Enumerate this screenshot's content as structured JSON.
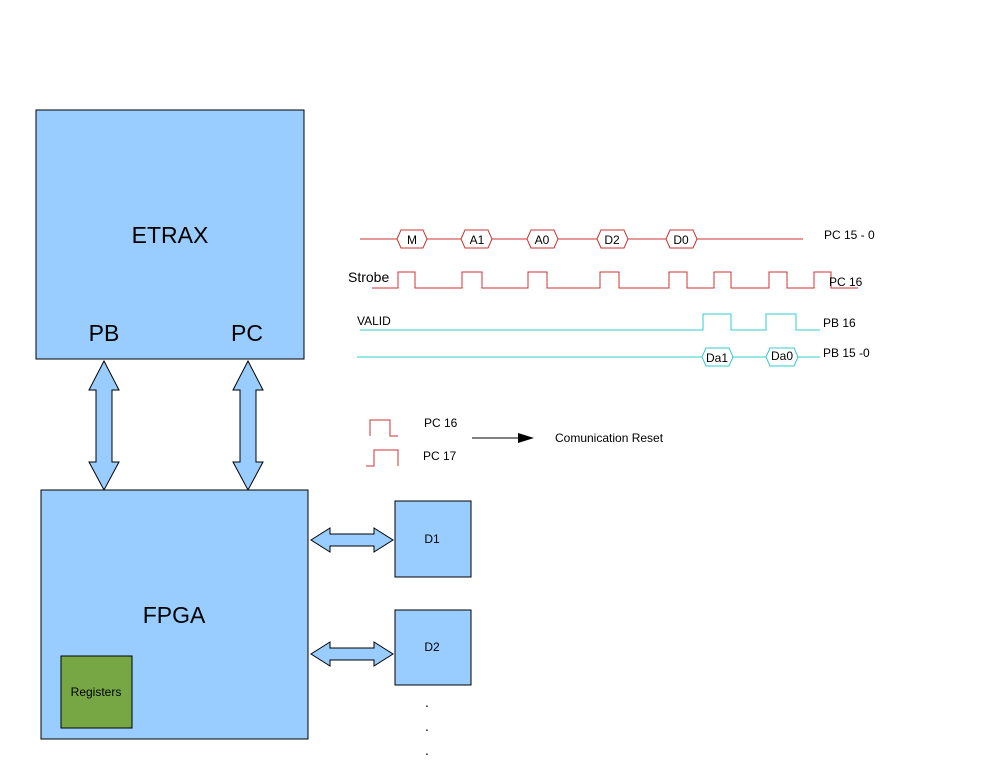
{
  "blocks": {
    "etrax": {
      "label": "ETRAX",
      "port_pb": "PB",
      "port_pc": "PC"
    },
    "fpga": {
      "label": "FPGA",
      "registers": "Registers"
    },
    "d1": "D1",
    "d2": "D2",
    "continuation_dots": ".",
    "fill_color": "#99ccff",
    "registers_color": "#77a645"
  },
  "timing": {
    "pc_bus": {
      "label": "PC 15 - 0",
      "tokens": [
        "M",
        "A1",
        "A0",
        "D2",
        "D0"
      ],
      "color": "#cc3333"
    },
    "strobe": {
      "label_left": "Strobe",
      "label_right": "PC 16",
      "color": "#cc3333"
    },
    "valid": {
      "label_left": "VALID",
      "label_right": "PB 16",
      "color": "#33cccc"
    },
    "pb_bus": {
      "label": "PB 15 -0",
      "tokens": [
        "Da1",
        "Da0"
      ],
      "color": "#33cccc"
    }
  },
  "legend": {
    "pc16": "PC 16",
    "pc17": "PC 17",
    "result": "Comunication Reset"
  }
}
